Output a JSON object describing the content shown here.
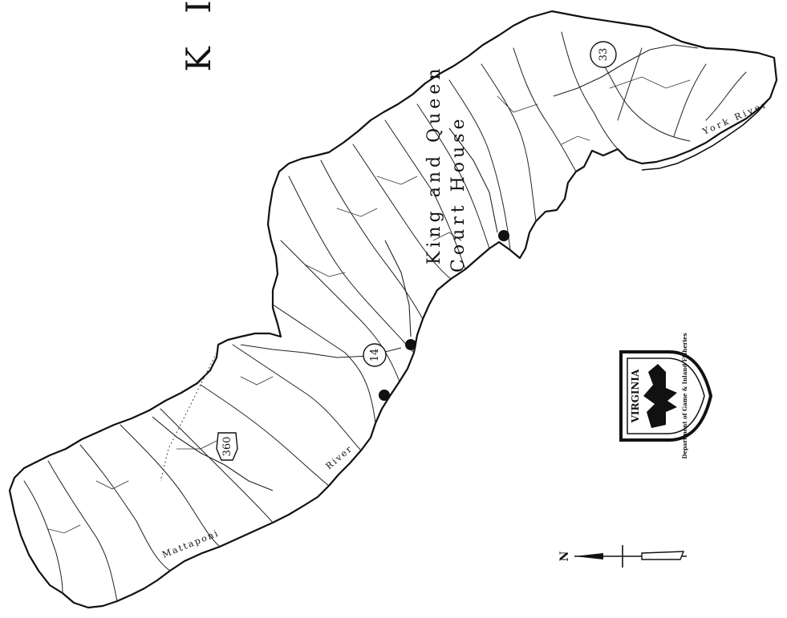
{
  "map": {
    "title_fragment": "K I",
    "place_labels": {
      "line1": "King and Queen",
      "line2": "Court House"
    },
    "water_labels": {
      "york": "York River",
      "mattaponi": "Mattaponi",
      "mattaponi_river": "River"
    },
    "routes": {
      "r33": "33",
      "r14": "14",
      "r360": "360"
    },
    "north_arrow": "N",
    "seal": {
      "name": "VIRGINIA",
      "agency": "Department of Game & Inland Fisheries"
    }
  }
}
